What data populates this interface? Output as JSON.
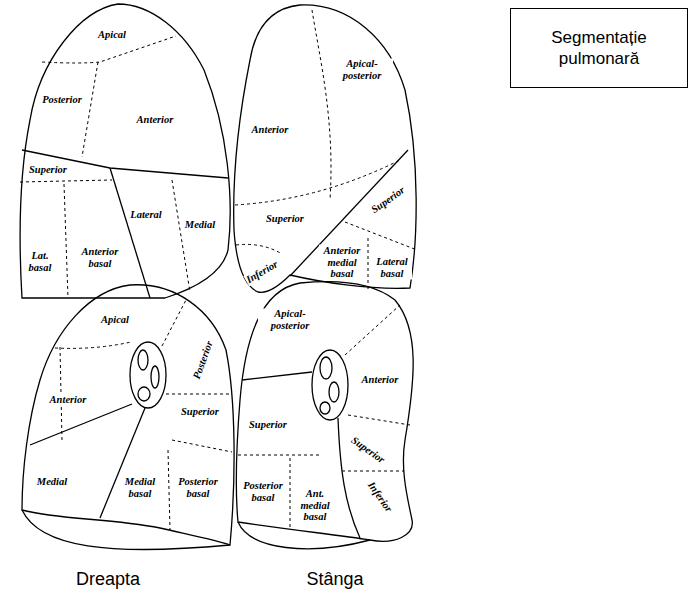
{
  "diagram": {
    "nodes": [
      {
        "text": [
          "Segmentație pulmonară"
        ]
      }
    ],
    "labels": [
      "Apical",
      "Posterior",
      "Anterior",
      "Superior",
      "Lateral",
      "Medial",
      "Lat. basal",
      "Anterior basal",
      "Apical-posterior",
      "Anterior",
      "Superior",
      "Superior",
      "Inferior",
      "Anterior medial basal",
      "Lateral basal",
      "Apical",
      "Posterior",
      "Anterior",
      "Superior",
      "Medial",
      "Medial basal",
      "Posterior basal",
      "Apical-posterior",
      "Anterior",
      "Superior",
      "Superior",
      "Inferior",
      "Posterior basal",
      "Ant. medial basal",
      "Dreapta",
      "Stânga"
    ]
  }
}
